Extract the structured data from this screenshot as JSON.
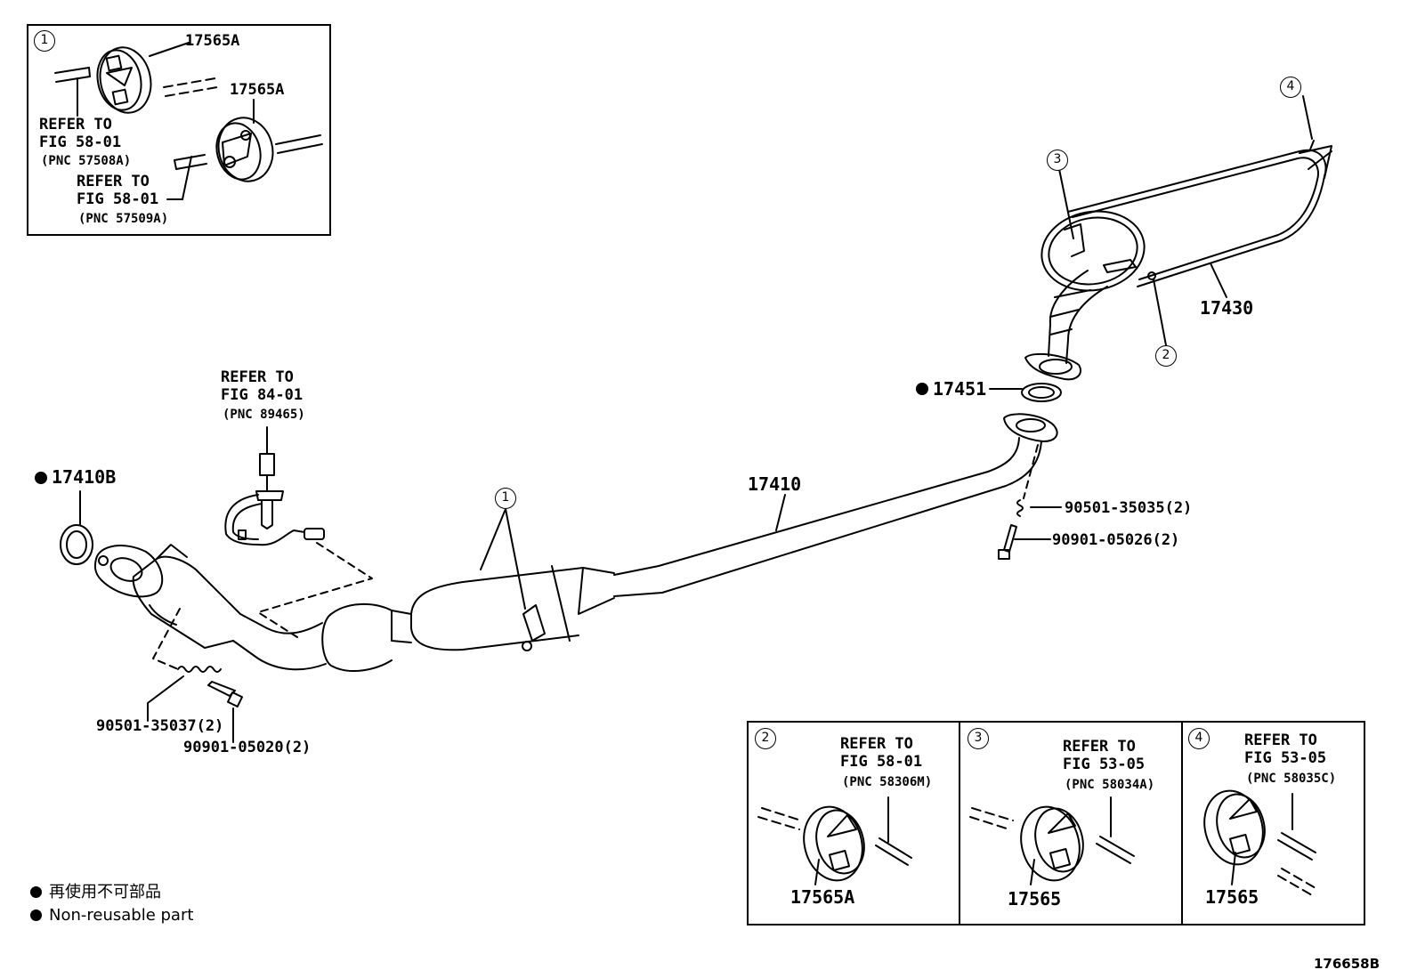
{
  "callouts": {
    "c1": "1",
    "c1b": "1",
    "c2": "2",
    "c2b": "2",
    "c3": "3",
    "c3b": "3",
    "c4": "4",
    "c4b": "4"
  },
  "inset1": {
    "part_top": "17565A",
    "part_mid": "17565A",
    "ref1_line1": "REFER TO",
    "ref1_line2": "FIG 58-01",
    "ref1_line3": "(PNC 57508A)",
    "ref2_line1": "REFER TO",
    "ref2_line2": "FIG 58-01",
    "ref2_line3": "(PNC 57509A)"
  },
  "main": {
    "muffler": "17430",
    "gasket_top": "17451",
    "gasket_front": "17410B",
    "pipe": "17410",
    "spring_rear": "90501-35035(2)",
    "bolt_rear": "90901-05026(2)",
    "spring_front": "90501-35037(2)",
    "bolt_front": "90901-05020(2)",
    "sensor_ref_line1": "REFER TO",
    "sensor_ref_line2": "FIG 84-01",
    "sensor_ref_line3": "(PNC 89465)"
  },
  "inset2": {
    "ref_line1": "REFER TO",
    "ref_line2": "FIG 58-01",
    "ref_line3": "(PNC 58306M)",
    "part": "17565A"
  },
  "inset3": {
    "ref_line1": "REFER TO",
    "ref_line2": "FIG 53-05",
    "ref_line3": "(PNC 58034A)",
    "part": "17565"
  },
  "inset4": {
    "ref_line1": "REFER TO",
    "ref_line2": "FIG 53-05",
    "ref_line3": "(PNC 58035C)",
    "part": "17565"
  },
  "legend": {
    "japanese": "再使用不可部品",
    "english": "Non-reusable part"
  },
  "figure_id": "176658B"
}
